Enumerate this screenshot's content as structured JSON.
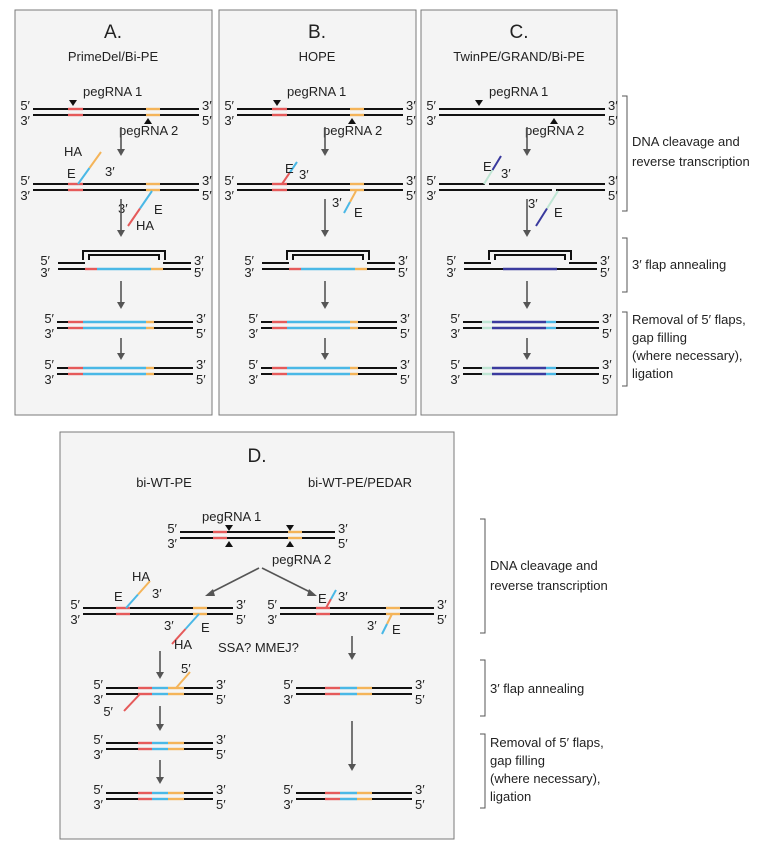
{
  "colors": {
    "panel_bg": "#f4f4f4",
    "panel_border": "#7a7a7a",
    "dna": "#111111",
    "red_site": "#e55a5a",
    "orange_site": "#f4b459",
    "blue_edit": "#4ab8e6",
    "purple_edit": "#3a3a9e",
    "pale_green_flap": "#bfe6d4",
    "arrow": "#555555"
  },
  "panels": {
    "a": {
      "title": "A.",
      "subtitle": "PrimeDel/Bi-PE"
    },
    "b": {
      "title": "B.",
      "subtitle": "HOPE"
    },
    "c": {
      "title": "C.",
      "subtitle": "TwinPE/GRAND/Bi-PE"
    },
    "d": {
      "title": "D.",
      "left_label": "bi-WT-PE",
      "right_label": "bi-WT-PE/PEDAR",
      "question": "SSA? MMEJ?"
    }
  },
  "labels": {
    "pegrna1": "pegRNA 1",
    "pegrna2": "pegRNA 2",
    "five_prime": "5′",
    "three_prime": "3′",
    "ha": "HA",
    "e": "E"
  },
  "stages": {
    "top": {
      "cleavage": [
        "DNA cleavage and",
        "reverse transcription"
      ],
      "annealing": "3′ flap annealing",
      "removal": [
        "Removal of 5′ flaps,",
        "gap filling",
        "(where necessary),",
        "ligation"
      ]
    },
    "bottom": {
      "cleavage": [
        "DNA cleavage and",
        "reverse transcription"
      ],
      "annealing": "3′ flap annealing",
      "removal": [
        "Removal of 5′ flaps,",
        "gap filling",
        "(where necessary),",
        "ligation"
      ]
    }
  }
}
